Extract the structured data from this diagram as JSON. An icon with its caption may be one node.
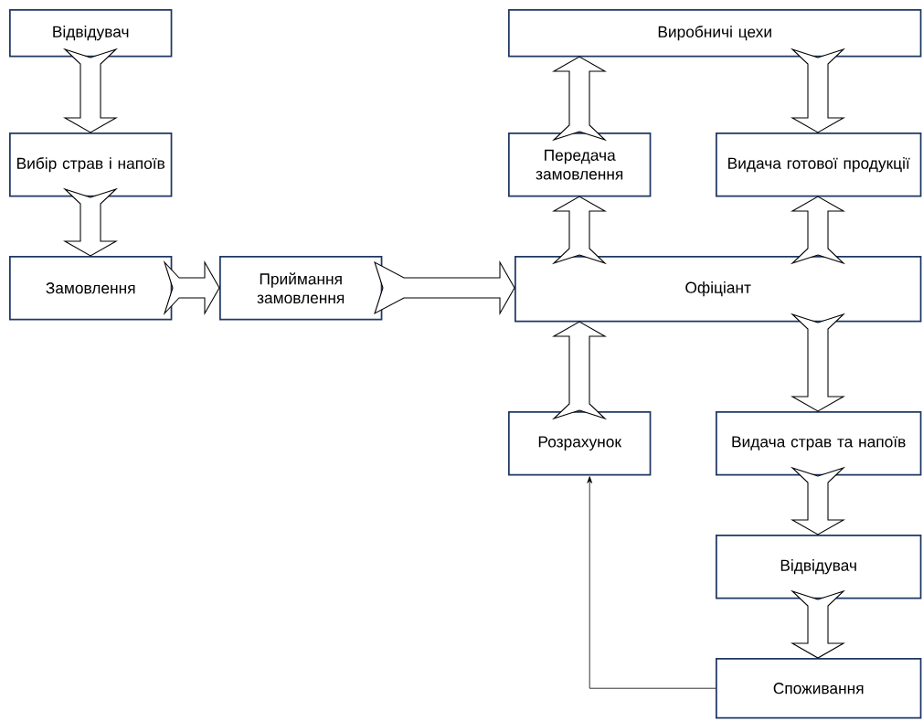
{
  "diagram": {
    "nodes": [
      {
        "text": [
          "Відвідувач"
        ]
      },
      {
        "text": [
          "Вибір страв і напоїв"
        ]
      },
      {
        "text": [
          "Замовлення"
        ]
      },
      {
        "text": [
          "Приймання замовлення"
        ]
      },
      {
        "text": [
          "Виробничі цехи"
        ]
      },
      {
        "text": [
          "Передача замовлення"
        ]
      },
      {
        "text": [
          "Видача готової продукції"
        ]
      },
      {
        "text": [
          "Офіціант"
        ]
      },
      {
        "text": [
          "Розрахунок"
        ]
      },
      {
        "text": [
          "Видача страв та напоїв"
        ]
      },
      {
        "text": [
          "Відвідувач"
        ]
      },
      {
        "text": [
          "Споживання"
        ]
      }
    ],
    "edges": [
      {
        "from": 0,
        "to": 1,
        "arrow": "to",
        "style": "thick"
      },
      {
        "from": 1,
        "to": 2,
        "arrow": "to",
        "style": "thick"
      },
      {
        "from": 2,
        "to": 3,
        "arrow": "to",
        "style": "thick"
      },
      {
        "from": 3,
        "to": 7,
        "arrow": "to",
        "style": "thick"
      },
      {
        "from": 5,
        "to": 4,
        "arrow": "to",
        "style": "thick"
      },
      {
        "from": 7,
        "to": 5,
        "arrow": "to",
        "style": "thick"
      },
      {
        "from": 4,
        "to": 6,
        "arrow": "to",
        "style": "thick"
      },
      {
        "from": 7,
        "to": 6,
        "arrow": "to",
        "style": "thick"
      },
      {
        "from": 8,
        "to": 7,
        "arrow": "to",
        "style": "thick"
      },
      {
        "from": 7,
        "to": 9,
        "arrow": "to",
        "style": "thick"
      },
      {
        "from": 9,
        "to": 10,
        "arrow": "to",
        "style": "thick"
      },
      {
        "from": 10,
        "to": 11,
        "arrow": "to",
        "style": "thick"
      },
      {
        "from": 11,
        "to": 8,
        "arrow": "to"
      }
    ]
  }
}
